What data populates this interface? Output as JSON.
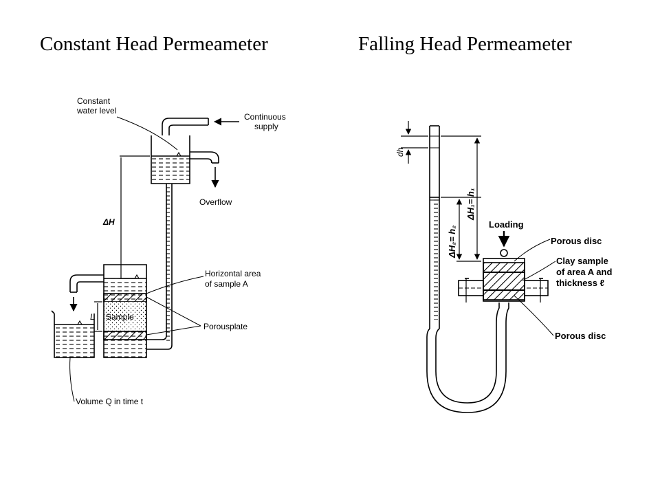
{
  "titles": {
    "left": "Constant  Head Permeameter",
    "right": "Falling Head Permeameter"
  },
  "constant_head": {
    "labels": {
      "constant_water_level_1": "Constant",
      "constant_water_level_2": "water level",
      "continuous_supply_1": "Continuous",
      "continuous_supply_2": "supply",
      "overflow": "Overflow",
      "delta_h": "ΔH",
      "horizontal_area_1": "Horizontal area",
      "horizontal_area_2": "of sample A",
      "sample": "Sample",
      "length": "L",
      "porousplate": "Porousplate",
      "volume": "Volume Q in time t"
    }
  },
  "falling_head": {
    "labels": {
      "dh": "dh",
      "delta_h1": "ΔH₁= h₁",
      "delta_h2": "ΔH₂= h₂",
      "loading": "Loading",
      "porous_disc_top": "Porous disc",
      "clay_sample_1": "Clay sample",
      "clay_sample_2": "of  area A and",
      "clay_sample_3": "thickness ℓ",
      "porous_disc_bottom": "Porous disc"
    }
  }
}
